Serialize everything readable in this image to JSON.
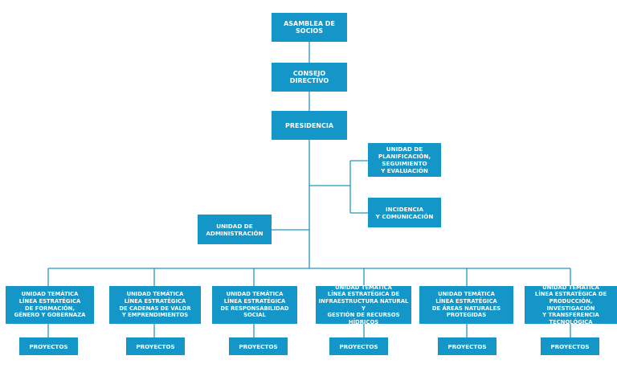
{
  "diagram": {
    "line_color": "#2596be",
    "box_color": "#1596c9",
    "text_color": "#ffffff",
    "asamblea": "ASAMBLEA DE SOCIOS",
    "consejo": "CONSEJO DIRECTIVO",
    "presidencia": "PRESIDENCIA",
    "planificacion": "UNIDAD DE\nPLANIFICACIÓN,\nSEGUIMIENTO\nY EVALUACIÓN",
    "incidencia": "INCIDENCIA\nY COMUNICACIÓN",
    "administracion": "UNIDAD DE\nADMINISTRACIÓN",
    "units": [
      {
        "title": "UNIDAD TEMÁTICA\nLÍNEA ESTRATÉGICA\nDE FORMACIÓN,\nGÉNERO Y GOBERNAZA",
        "projects": "PROYECTOS"
      },
      {
        "title": "UNIDAD TEMÁTICA\nLÍNEA ESTRATÉGICA\nDE CADENAS DE VALOR\nY EMPRENDIMIENTOS",
        "projects": "PROYECTOS"
      },
      {
        "title": "UNIDAD TEMÁTICA\nLÍNEA ESTRATÉGICA\nDE RESPONSABILIDAD\nSOCIAL",
        "projects": "PROYECTOS"
      },
      {
        "title": "UNIDAD TEMÁTICA\nLÍNEA ESTRATÉGICA DE\nINFRAESTRUCTURA NATURAL Y\nGESTIÓN DE RECURSOS HÍDRICOS",
        "projects": "PROYECTOS"
      },
      {
        "title": "UNIDAD TEMÁTICA\nLÍNEA ESTRATÉGICA\nDE ÁREAS NATURALES\nPROTEGIDAS",
        "projects": "PROYECTOS"
      },
      {
        "title": "UNIDAD TEMÁTICA\nLÍNEA ESTRATÉGICA DE\nPRODUCCIÓN, INVESTIGACIÓN\nY TRANSFERENCIA TECNOLÓGICA",
        "projects": "PROYECTOS"
      }
    ]
  }
}
